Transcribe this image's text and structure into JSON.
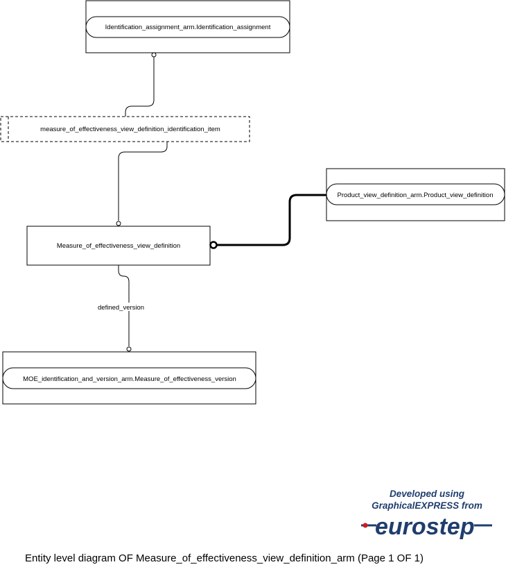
{
  "diagram": {
    "entities": {
      "identification_assignment": "Identification_assignment_arm.Identification_assignment",
      "identification_item": "measure_of_effectiveness_view_definition_identification_item",
      "main_entity": "Measure_of_effectiveness_view_definition",
      "product_view_definition": "Product_view_definition_arm.Product_view_definition",
      "moe_version": "MOE_identification_and_version_arm.Measure_of_effectiveness_version"
    },
    "relations": {
      "defined_version": "defined_version"
    }
  },
  "logo": {
    "line1": "Developed using",
    "line2": "GraphicalEXPRESS from",
    "brand": "eurostep"
  },
  "caption": "Entity level diagram OF Measure_of_effectiveness_view_definition_arm (Page 1 OF 1)"
}
